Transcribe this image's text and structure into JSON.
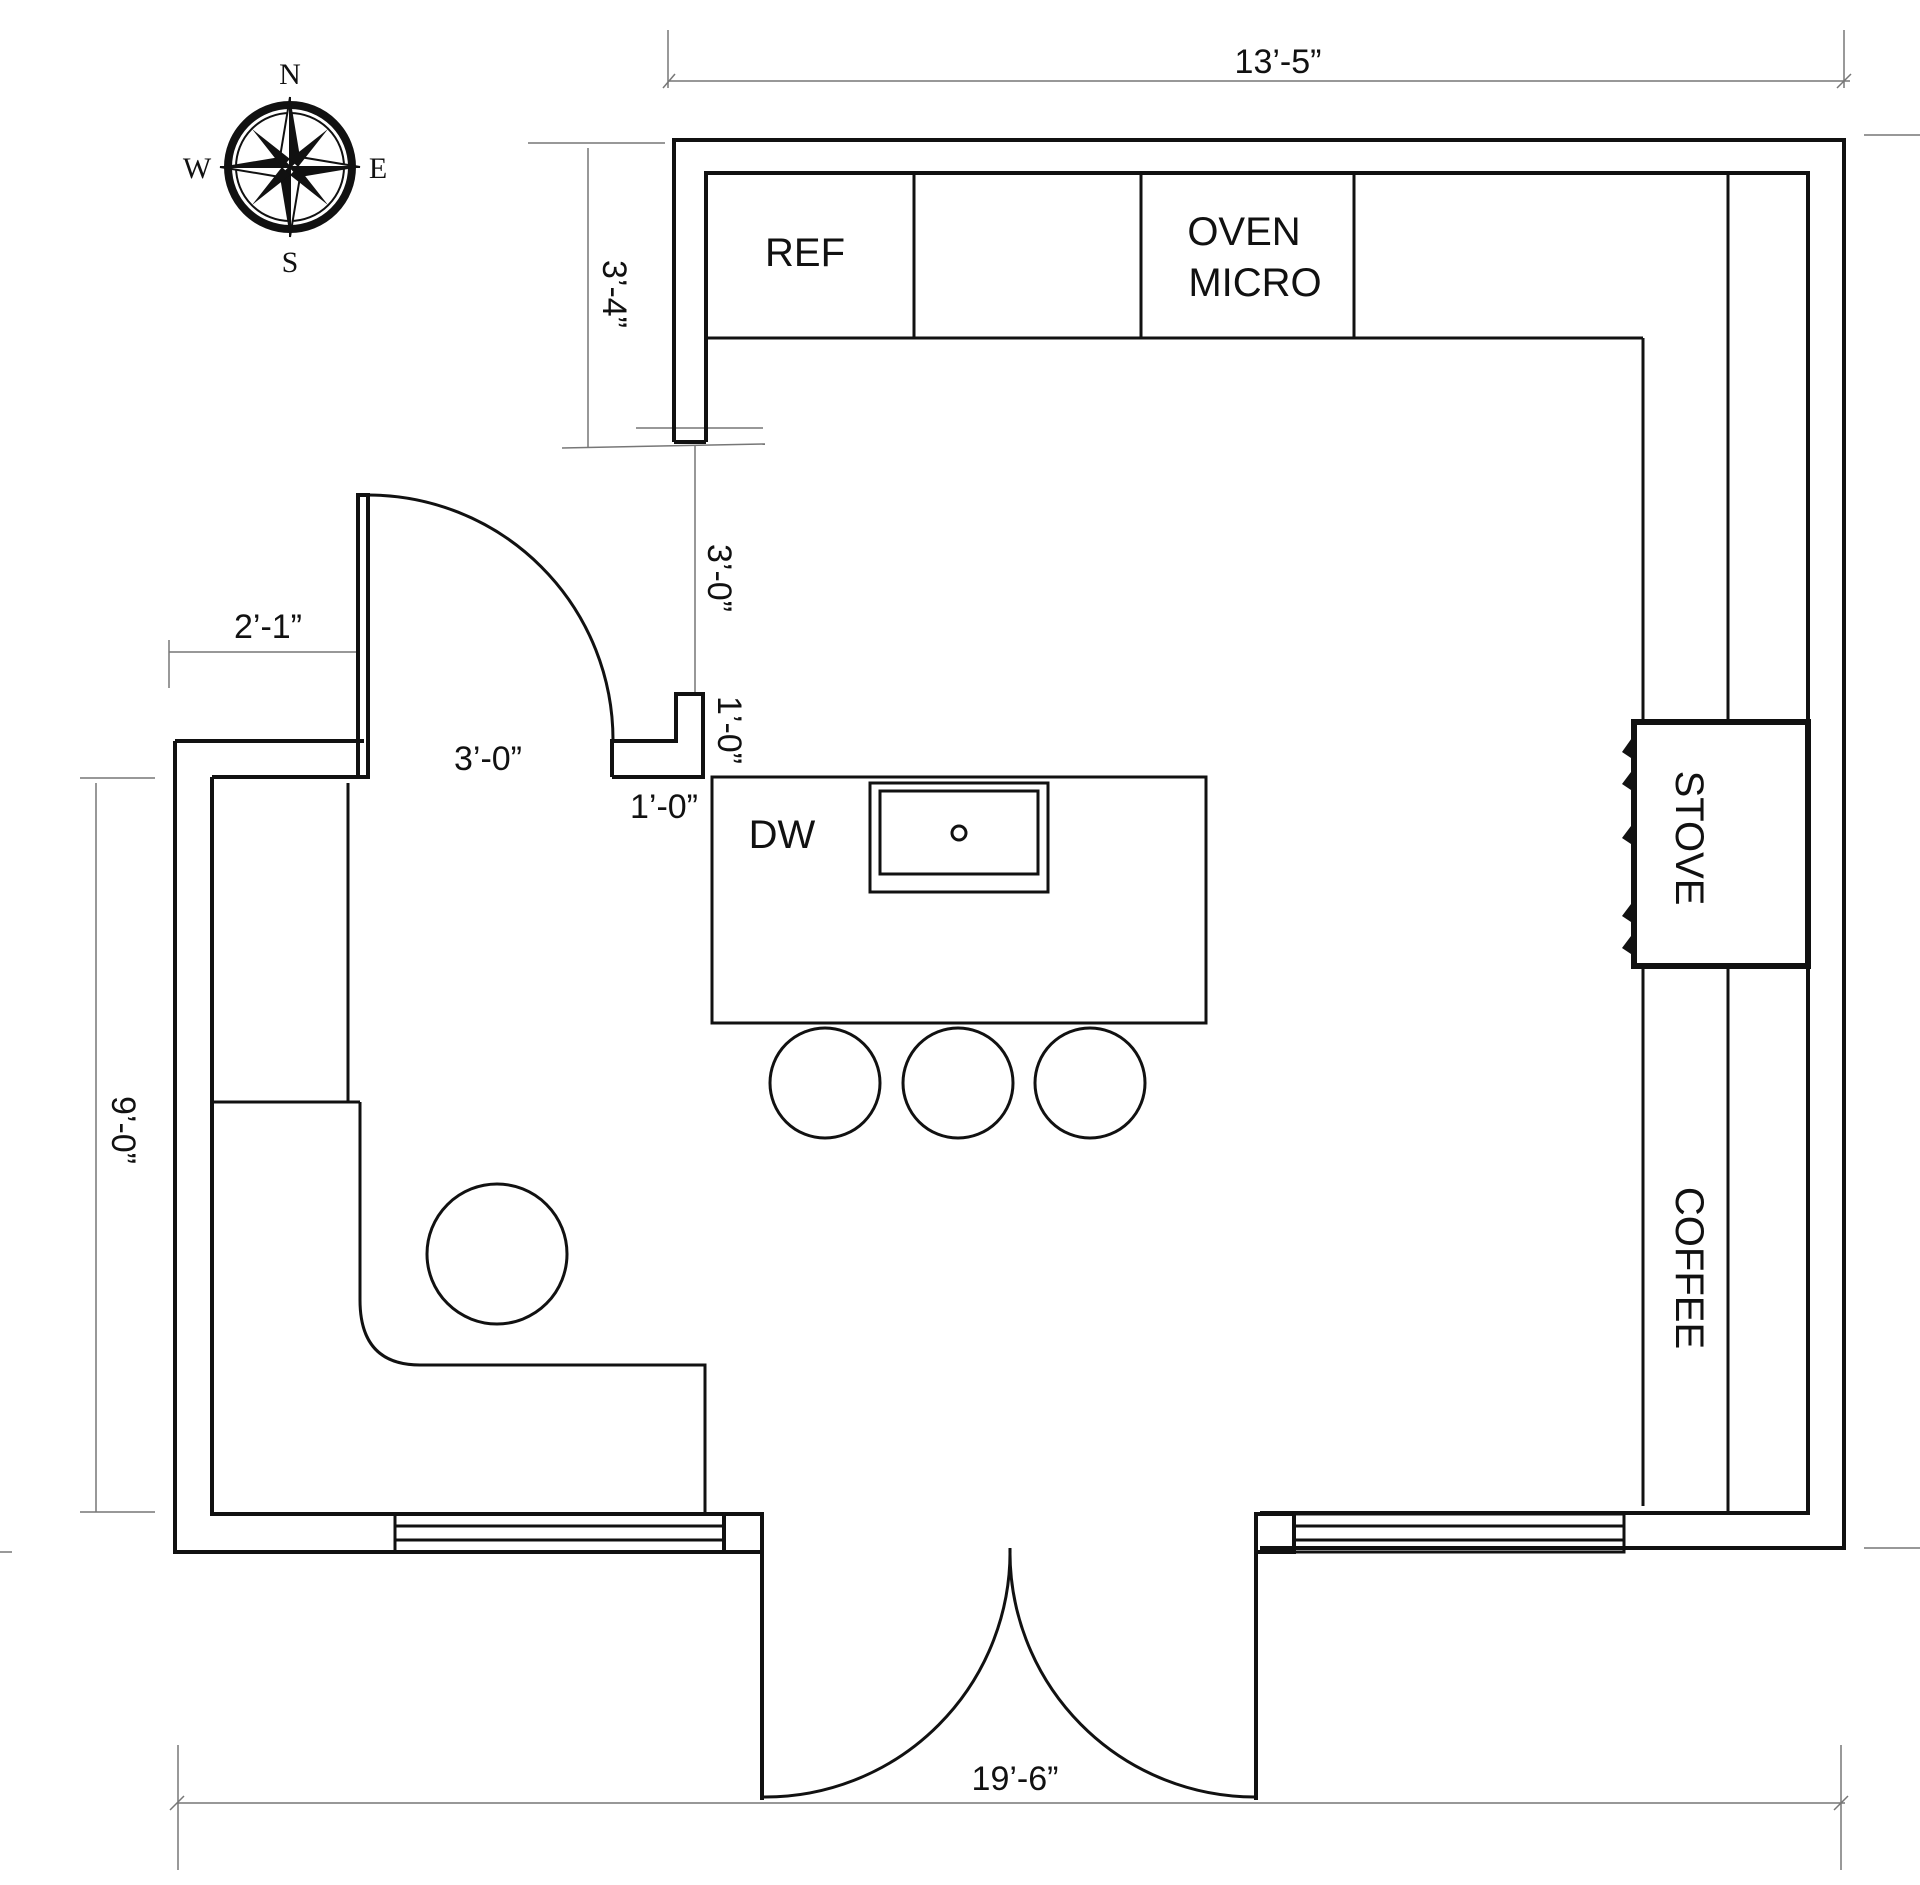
{
  "labels": {
    "ref": "REF",
    "oven": "OVEN",
    "micro": "MICRO",
    "dw": "DW",
    "stove": "STOVE",
    "coffee": "COFFEE"
  },
  "dimensions": {
    "top_width": "13’-5”",
    "left_upper_height": "3’-4”",
    "opening_height": "3’-0”",
    "stub_width": "2’-1”",
    "door_width": "3’-0”",
    "return_height": "1’-0”",
    "return_width": "1’-0”",
    "left_height": "9’-0”",
    "bottom_width": "19’-6”"
  },
  "compass": {
    "north": "N",
    "south": "S",
    "east": "E",
    "west": "W"
  }
}
